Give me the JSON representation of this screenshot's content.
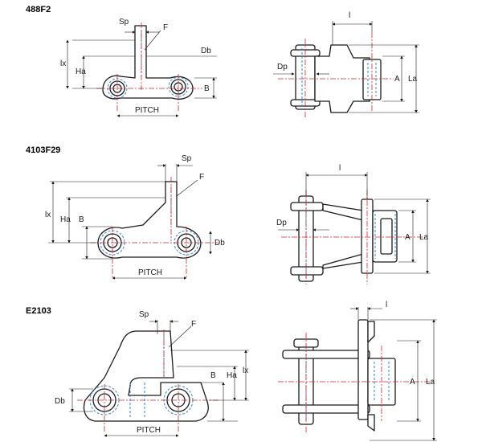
{
  "sections": [
    {
      "title": "488F2",
      "side_labels": {
        "sp": "Sp",
        "f": "F",
        "db": "Db",
        "lx": "lx",
        "ha": "Ha",
        "b": "B",
        "pitch": "PITCH"
      },
      "front_labels": {
        "l": "l",
        "dp": "Dp",
        "a": "A",
        "la": "La"
      }
    },
    {
      "title": "4103F29",
      "side_labels": {
        "sp": "Sp",
        "f": "F",
        "db": "Db",
        "lx": "lx",
        "ha": "Ha",
        "b": "B",
        "pitch": "PITCH"
      },
      "front_labels": {
        "l": "l",
        "dp": "Dp",
        "a": "A",
        "la": "La"
      }
    },
    {
      "title": "E2103",
      "side_labels": {
        "sp": "Sp",
        "f": "F",
        "db": "Db",
        "lx": "lx",
        "ha": "Ha",
        "b": "B",
        "pitch": "PITCH"
      },
      "front_labels": {
        "l": "l",
        "a": "A",
        "la": "La"
      }
    }
  ]
}
